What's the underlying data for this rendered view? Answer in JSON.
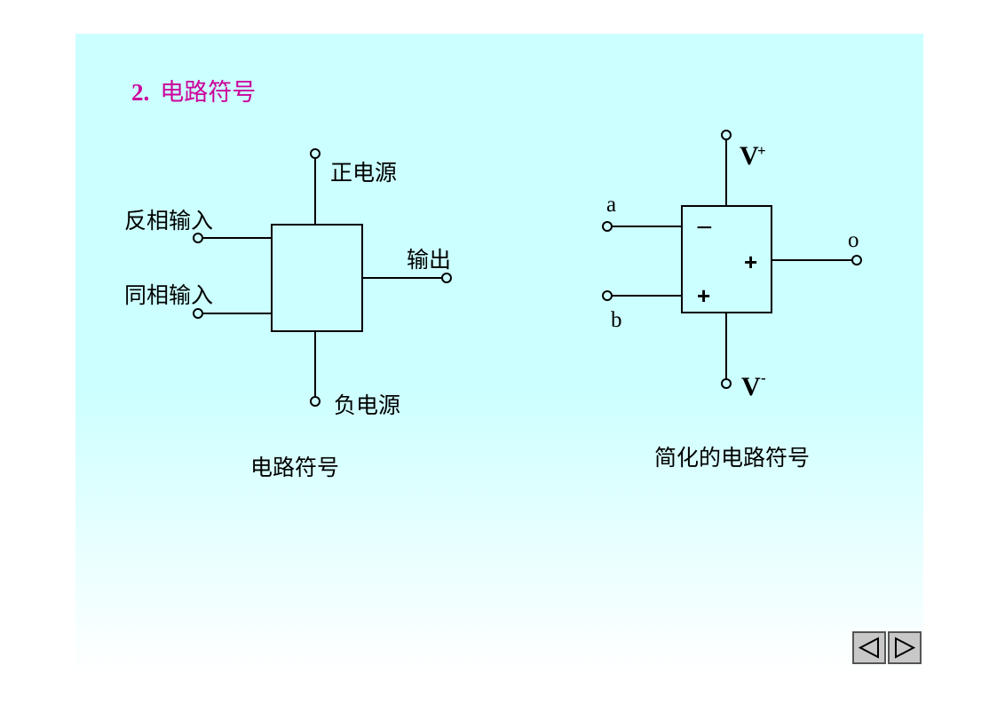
{
  "heading": {
    "number": "2.",
    "title": "电路符号"
  },
  "left_diagram": {
    "top_terminal": "正电源",
    "inverting_input": "反相输入",
    "noninverting_input": "同相输入",
    "output": "输出",
    "bottom_terminal": "负电源",
    "caption": "电路符号"
  },
  "right_diagram": {
    "v_plus": "V",
    "v_plus_sup": "+",
    "v_minus": "V",
    "v_minus_sup": "-",
    "input_a": "a",
    "input_b": "b",
    "output": "o",
    "minus_sign": "−",
    "plus_sign_input": "+",
    "plus_sign_output": "+",
    "caption": "简化的电路符号"
  },
  "nav": {
    "prev": "previous-arrow",
    "next": "next-arrow"
  },
  "colors": {
    "heading": "#cc0099",
    "slide_bg": "#ccffff"
  }
}
